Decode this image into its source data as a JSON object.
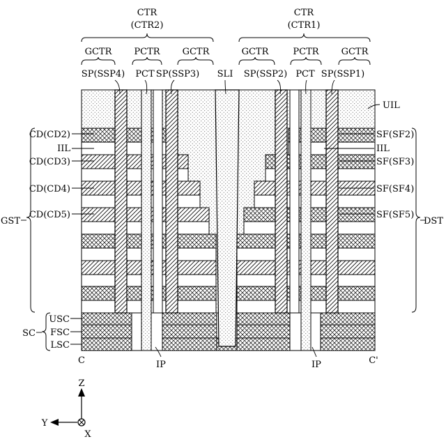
{
  "labels": {
    "ctr_left": "CTR",
    "ctr_left_sub": "(CTR2)",
    "ctr_right": "CTR",
    "ctr_right_sub": "(CTR1)",
    "gctr_1": "GCTR",
    "pctr_left": "PCTR",
    "gctr_2": "GCTR",
    "gctr_3": "GCTR",
    "pctr_right": "PCTR",
    "gctr_4": "GCTR",
    "sp_ssp4": "SP(SSP4)",
    "pct_left": "PCT",
    "sp_ssp3": "SP(SSP3)",
    "sli": "SLI",
    "sp_ssp2": "SP(SSP2)",
    "pct_right": "PCT",
    "sp_ssp1": "SP(SSP1)",
    "uil": "UIL",
    "cd_cd2": "CD(CD2)",
    "iil_left": "IIL",
    "cd_cd3": "CD(CD3)",
    "cd_cd4": "CD(CD4)",
    "cd_cd5": "CD(CD5)",
    "gst": "GST",
    "sf_sf2": "SF(SF2)",
    "iil_right": "IIL",
    "sf_sf3": "SF(SF3)",
    "sf_sf4": "SF(SF4)",
    "sf_sf5": "SF(SF5)",
    "dst": "DST",
    "sc": "SC",
    "usc": "USC",
    "fsc": "FSC",
    "lsc": "LSC",
    "c_left": "C",
    "ip_left": "IP",
    "ip_right": "IP",
    "c_right": "C'",
    "axis_z": "Z",
    "axis_y": "Y",
    "axis_x": "X"
  }
}
